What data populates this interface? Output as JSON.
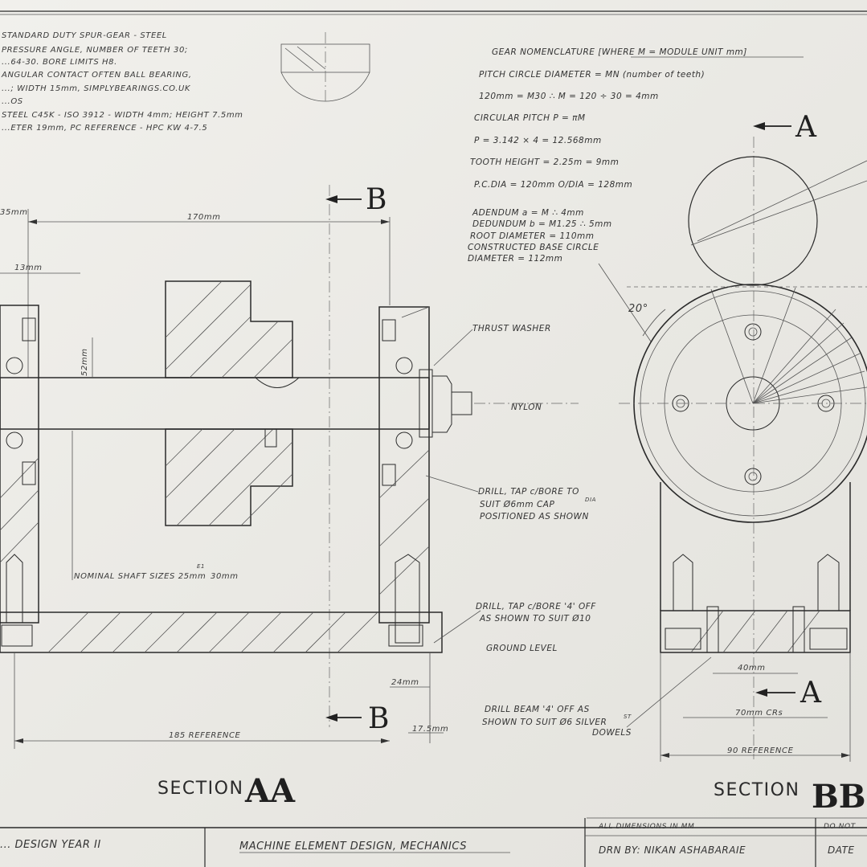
{
  "spec_notes": [
    "STANDARD DUTY SPUR-GEAR - STEEL",
    "PRESSURE ANGLE, NUMBER OF TEETH 30;",
    "...64-30. BORE LIMITS H8.",
    "ANGULAR CONTACT OFTEN BALL BEARING,",
    "...; WIDTH 15mm, SIMPLYBEARINGS.CO.UK",
    "...OS",
    "STEEL C45K - ISO 3912 - WIDTH 4mm; HEIGHT 7.5mm",
    "...ETER 19mm, PC REFERENCE - HPC KW 4-7.5"
  ],
  "gear_nomenclature": {
    "heading": "GEAR NOMENCLATURE [WHERE M = MODULE UNIT mm]",
    "lines": [
      "PITCH CIRCLE DIAMETER = MN (number of teeth)",
      "120mm = M30 ∴ M = 120 ÷ 30 = 4mm",
      "CIRCULAR PITCH  P = πM",
      "P = 3.142 × 4 = 12.568mm",
      "TOOTH HEIGHT = 2.25m = 9mm",
      "P.C.DIA = 120mm      O/DIA = 128mm"
    ],
    "details": [
      "ADENDUM  a = M ∴ 4mm",
      "DEDUNDUM  b = M1.25 ∴ 5mm",
      "ROOT DIAMETER = 110mm",
      "CONSTRUCTED BASE CIRCLE",
      "DIAMETER = 112mm"
    ]
  },
  "section_aa": {
    "title_word": "SECTION",
    "title_letters": "AA",
    "cut_b_top": "B",
    "cut_b_bottom": "B",
    "dims": {
      "width_170": "170mm",
      "left_35": "35mm",
      "left_13": "13mm",
      "height_52": "52mm",
      "base_185": "185 REFERENCE",
      "foot_24": "24mm",
      "foot_17_5": "17.5mm"
    },
    "notes": {
      "thrust_washer": "THRUST WASHER",
      "nylon": "NYLON",
      "drill_tap_top_1": "DRILL, TAP c/BORE TO",
      "drill_tap_top_2": "SUIT Ø6mm CAP",
      "drill_tap_top_sup": "DIA",
      "drill_tap_top_3": "POSITIONED AS SHOWN",
      "nominal_shaft": "NOMINAL SHAFT SIZES 25mm",
      "nominal_shaft_sup": "E1",
      "nominal_shaft_end": "30mm",
      "drill_tap_base_1": "DRILL, TAP c/BORE '4' OFF",
      "drill_tap_base_2": "AS SHOWN TO SUIT Ø10",
      "ground_level": "GROUND LEVEL",
      "drill_beam_1": "DRILL BEAM '4' OFF AS",
      "drill_beam_2": "SHOWN TO SUIT Ø6 SILVER",
      "drill_beam_sup": "ST",
      "drill_beam_3": "DOWELS"
    }
  },
  "section_bb": {
    "title_word": "SECTION",
    "title_letters": "BB",
    "cut_a_top": "A",
    "cut_a_bottom": "A",
    "angle": "20°",
    "dims": {
      "d40": "40mm",
      "d70": "70mm CRs",
      "d90": "90 REFERENCE"
    }
  },
  "title_block": {
    "course": "... DESIGN  YEAR II",
    "subject": "MACHINE ELEMENT DESIGN, MECHANICS",
    "units_note": "ALL DIMENSIONS IN MM",
    "drawn_by": "DRN BY: NIKAN ASHABARAIE",
    "do_not": "DO NOT",
    "date": "DATE"
  }
}
